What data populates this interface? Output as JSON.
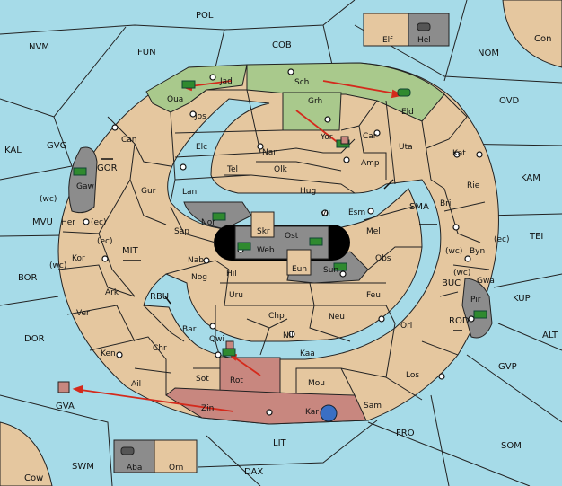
{
  "colors": {
    "sea": "#a6dbe8",
    "land": "#e5c79f",
    "green": "#a9c98c",
    "rose": "#c8877f",
    "grey": "#8c8c8c",
    "arrow": "#d42a1c",
    "unit_green": "#2f8a2f",
    "unit_blue": "#3a6fc4"
  },
  "sea_labels": [
    "POL",
    "NVM",
    "FUN",
    "COB",
    "NOM",
    "Con",
    "GVG",
    "KAL",
    "OVD",
    "KAM",
    "MVU",
    "BOR",
    "DOR",
    "SMA",
    "TEI",
    "KUP",
    "ALT",
    "BUC",
    "ROD",
    "GVP",
    "FRO",
    "SOM",
    "LIT",
    "DAX",
    "SWM",
    "Cow",
    "MIT",
    "RBU",
    "GOR",
    "GVA"
  ],
  "land_labels": [
    "Elf",
    "Hel",
    "Jad",
    "Sch",
    "Qua",
    "Jos",
    "Grh",
    "Can",
    "Elc",
    "Nar",
    "Yor",
    "Car",
    "Uta",
    "Kat",
    "Gur",
    "Tel",
    "Olk",
    "Amp",
    "Lan",
    "Hug",
    "Rie",
    "Gaw",
    "Vil",
    "Esm",
    "Bri",
    "Her",
    "Nor",
    "Skr",
    "Ost",
    "Mel",
    "Sap",
    "Web",
    "Kor",
    "Byn",
    "Nab",
    "Eun",
    "Sun",
    "Obs",
    "Gwa",
    "Hil",
    "Nog",
    "Ark",
    "Uru",
    "Feu",
    "Pir",
    "Ver",
    "Chp",
    "Neu",
    "Bar",
    "Qwi",
    "Nil",
    "Orl",
    "Ken",
    "Chr",
    "Kaa",
    "Rot",
    "Los",
    "Ail",
    "Sot",
    "Mou",
    "Zin",
    "Sam",
    "Kar",
    "Aba",
    "Orn"
  ],
  "wc_ec_labels": [
    "(wc)",
    "(ec)",
    "(ec)",
    "(wc)",
    "(wc)",
    "(ec)",
    "(wc)"
  ],
  "units": [
    {
      "type": "army",
      "color": "unit_green",
      "at": "Qua"
    },
    {
      "type": "fleet",
      "color": "unit_green",
      "at": "Eld"
    },
    {
      "type": "army",
      "color": "unit_green",
      "at": "Yor"
    },
    {
      "type": "army",
      "color": "unit_green",
      "at": "Gaw"
    },
    {
      "type": "army",
      "color": "unit_green",
      "at": "Nor"
    },
    {
      "type": "army",
      "color": "unit_green",
      "at": "Web"
    },
    {
      "type": "army",
      "color": "unit_green",
      "at": "Ost"
    },
    {
      "type": "army",
      "color": "unit_green",
      "at": "Sun"
    },
    {
      "type": "army",
      "color": "unit_green",
      "at": "Pir"
    },
    {
      "type": "army",
      "color": "unit_green",
      "at": "Qwi"
    },
    {
      "type": "fleet",
      "color": "unit_blue",
      "at": "Kar"
    },
    {
      "type": "fleet",
      "color": "unit_grey",
      "at": "Hel"
    },
    {
      "type": "fleet",
      "color": "unit_grey",
      "at": "Aba"
    }
  ],
  "orders": [
    {
      "from": "Jad",
      "to": "Qua"
    },
    {
      "from": "Sch",
      "to": "Eld"
    },
    {
      "from": "Grh",
      "to": "Yor"
    },
    {
      "from": "Rot",
      "to": "Qwi"
    },
    {
      "from": "Zin",
      "to": "GVA"
    }
  ],
  "extra_labels": [
    "Eld"
  ]
}
